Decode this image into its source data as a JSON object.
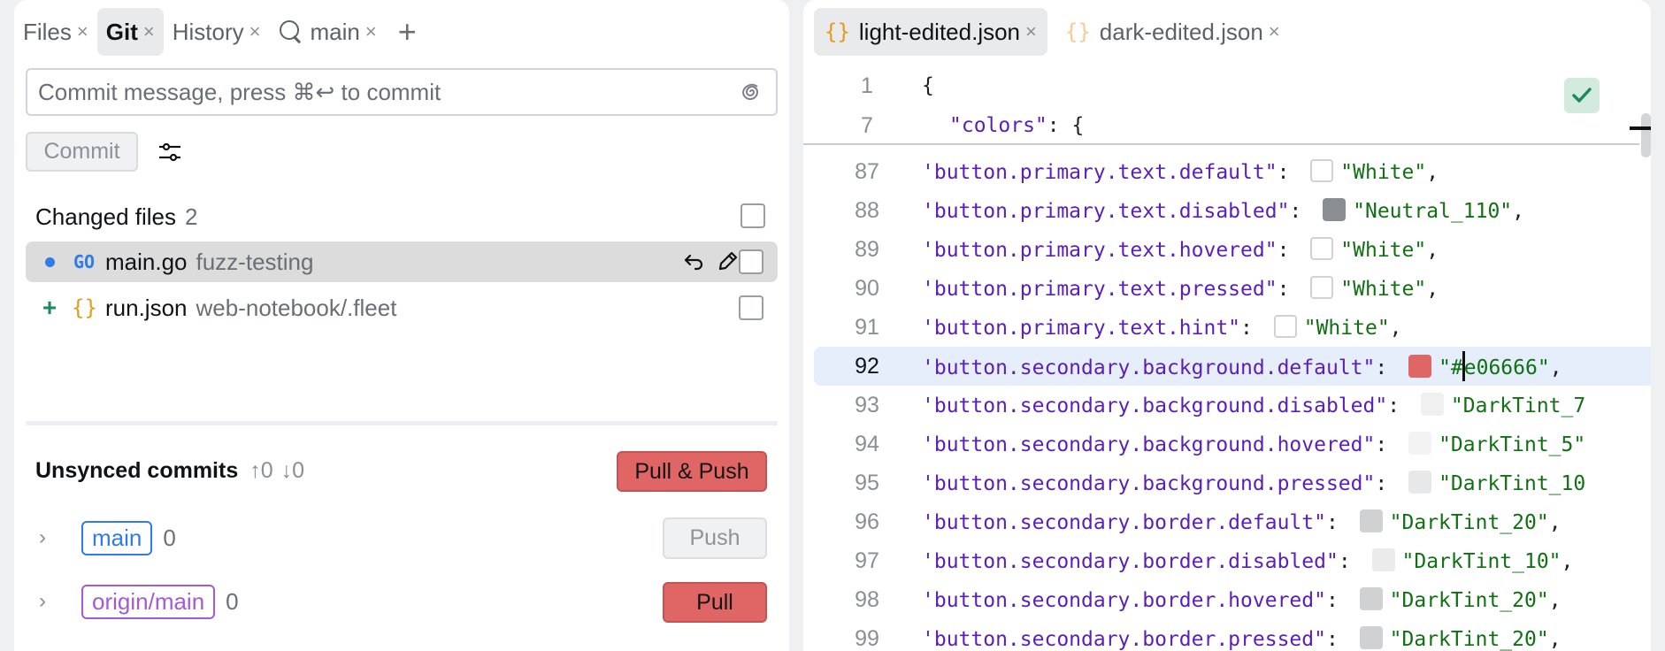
{
  "left_panel": {
    "tabs": [
      {
        "label": "Files",
        "active": false
      },
      {
        "label": "Git",
        "active": true
      },
      {
        "label": "History",
        "active": false
      },
      {
        "label": "main",
        "active": false,
        "icon": "search-icon"
      }
    ],
    "close_glyph": "×",
    "add_tab_glyph": "+",
    "commit_input": {
      "value": "",
      "placeholder": "Commit message, press ⌘↩ to commit"
    },
    "commit_button": "Commit",
    "changed_files": {
      "title": "Changed files",
      "count": "2",
      "files": [
        {
          "status": "modified",
          "type_icon": "GO",
          "name": "main.go",
          "path": "fuzz-testing",
          "selected": true
        },
        {
          "status": "added",
          "status_glyph": "+",
          "type_icon": "{}",
          "name": "run.json",
          "path": "web-notebook/.fleet",
          "selected": false
        }
      ]
    },
    "unsynced": {
      "title": "Unsynced commits",
      "ahead": "↑0",
      "behind": "↓0",
      "pull_push_button": "Pull & Push",
      "branches": [
        {
          "name": "main",
          "kind": "local",
          "count": "0",
          "button": "Push",
          "button_enabled": false
        },
        {
          "name": "origin/main",
          "kind": "remote",
          "count": "0",
          "button": "Pull",
          "button_enabled": true
        }
      ],
      "chevron_glyph": "›"
    }
  },
  "editor": {
    "tabs": [
      {
        "label": "light-edited.json",
        "icon": "{}",
        "active": true
      },
      {
        "label": "dark-edited.json",
        "icon": "{}",
        "active": false
      }
    ],
    "sticky_lines": [
      {
        "number": "1",
        "text": "{"
      },
      {
        "number": "7",
        "key": "\"colors\"",
        "rest": ": {"
      }
    ],
    "lines": [
      {
        "number": "87",
        "key": "'button.primary.text.default\"",
        "swatch": "#ffffff",
        "swatch_outline": true,
        "value": "\"White\"",
        "trail": ","
      },
      {
        "number": "88",
        "key": "'button.primary.text.disabled\"",
        "swatch": "#8a8d91",
        "swatch_outline": false,
        "value": "\"Neutral_110\"",
        "trail": ","
      },
      {
        "number": "89",
        "key": "'button.primary.text.hovered\"",
        "swatch": "#ffffff",
        "swatch_outline": true,
        "value": "\"White\"",
        "trail": ","
      },
      {
        "number": "90",
        "key": "'button.primary.text.pressed\"",
        "swatch": "#ffffff",
        "swatch_outline": true,
        "value": "\"White\"",
        "trail": ","
      },
      {
        "number": "91",
        "key": "'button.primary.text.hint\"",
        "swatch": "#ffffff",
        "swatch_outline": true,
        "value": "\"White\"",
        "trail": ","
      },
      {
        "number": "92",
        "key": "'button.secondary.background.default\"",
        "swatch": "#e06666",
        "swatch_outline": false,
        "value_pre": "\"#",
        "value_post": "e06666\"",
        "trail": ",",
        "current": true
      },
      {
        "number": "93",
        "key": "'button.secondary.background.disabled\"",
        "swatch": "#f0f0f1",
        "swatch_outline": false,
        "value": "\"DarkTint_7",
        "trail": ""
      },
      {
        "number": "94",
        "key": "'button.secondary.background.hovered\"",
        "swatch": "#f3f3f4",
        "swatch_outline": false,
        "value": "\"DarkTint_5\"",
        "trail": ""
      },
      {
        "number": "95",
        "key": "'button.secondary.background.pressed\"",
        "swatch": "#e7e8e9",
        "swatch_outline": false,
        "value": "\"DarkTint_10",
        "trail": ""
      },
      {
        "number": "96",
        "key": "'button.secondary.border.default\"",
        "swatch": "#d0d1d3",
        "swatch_outline": false,
        "value": "\"DarkTint_20\"",
        "trail": ","
      },
      {
        "number": "97",
        "key": "'button.secondary.border.disabled\"",
        "swatch": "#ebebec",
        "swatch_outline": false,
        "value": "\"DarkTint_10\"",
        "trail": ","
      },
      {
        "number": "98",
        "key": "'button.secondary.border.hovered\"",
        "swatch": "#d0d1d3",
        "swatch_outline": false,
        "value": "\"DarkTint_20\"",
        "trail": ","
      },
      {
        "number": "99",
        "key": "'button.secondary.border.pressed\"",
        "swatch": "#d0d1d3",
        "swatch_outline": false,
        "value": "\"DarkTint_20\"",
        "trail": ","
      }
    ],
    "colon": ": ",
    "status": "check-icon"
  },
  "colors": {
    "accent_blue": "#2f7bea",
    "accent_purple": "#a45ad6",
    "danger_red": "#e06666",
    "success_green": "#1b8a62"
  }
}
